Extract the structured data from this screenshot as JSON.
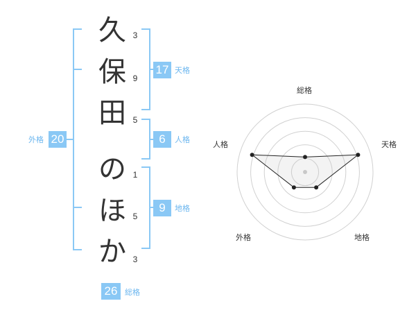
{
  "name_chars": [
    "久",
    "保",
    "田",
    "の",
    "ほ",
    "か"
  ],
  "strokes": [
    "3",
    "9",
    "5",
    "1",
    "5",
    "3"
  ],
  "fortunes": {
    "tenkaku": {
      "value": "17",
      "label": "天格"
    },
    "jinkaku": {
      "value": "6",
      "label": "人格"
    },
    "chikaku": {
      "value": "9",
      "label": "地格"
    },
    "gaikaku": {
      "value": "20",
      "label": "外格"
    },
    "soukaku": {
      "value": "26",
      "label": "総格"
    }
  },
  "radar": {
    "labels": {
      "top": "総格",
      "right": "天格",
      "bottom_right": "地格",
      "bottom_left": "外格",
      "left": "人格"
    },
    "levels": {
      "soukaku": 0.22,
      "tenkaku": 0.82,
      "chikaku": 0.28,
      "gaikaku": 0.28,
      "jinkaku": 0.82
    }
  },
  "colors": {
    "accent": "#8ac8f5",
    "accent_text": "#6bb6ef",
    "bracket": "#8ac8f5"
  }
}
